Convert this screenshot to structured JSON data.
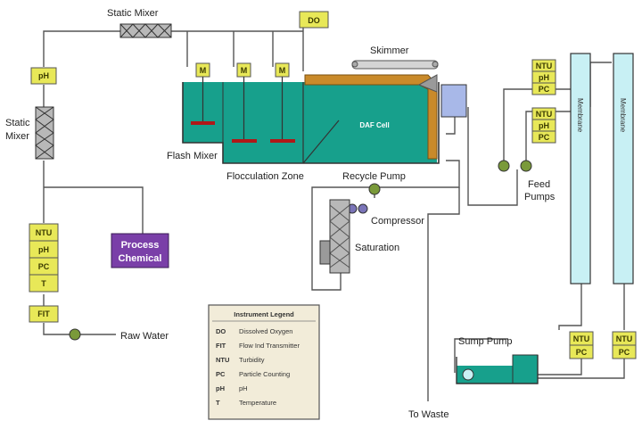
{
  "labels": {
    "static_mixer_top": "Static Mixer",
    "static_mixer_left_1": "Static",
    "static_mixer_left_2": "Mixer",
    "skimmer": "Skimmer",
    "dissolved_oxygen": "DO",
    "ph_top": "pH",
    "flash_mixer": "Flash Mixer",
    "flocculation_zone": "Flocculation Zone",
    "daf_cell": "DAF Cell",
    "recycle_pump": "Recycle Pump",
    "compressor": "Compressor",
    "saturation": "Saturation",
    "process_chemical_1": "Process",
    "process_chemical_2": "Chemical",
    "raw_water": "Raw Water",
    "fit": "FIT",
    "feed_pumps_1": "Feed",
    "feed_pumps_2": "Pumps",
    "membrane": "Membrane",
    "sump_pump": "Sump Pump",
    "to_waste": "To Waste",
    "mixer_motor": "M"
  },
  "instrument_stack_left": [
    "NTU",
    "pH",
    "PC",
    "T"
  ],
  "instrument_stack_membrane": [
    "NTU",
    "pH",
    "PC"
  ],
  "instrument_stack_bottom": [
    "NTU",
    "PC"
  ],
  "legend": {
    "title": "Instrument Legend",
    "rows": [
      {
        "code": "DO",
        "meaning": "Dissolved Oxygen"
      },
      {
        "code": "FIT",
        "meaning": "Flow Ind Transmitter"
      },
      {
        "code": "NTU",
        "meaning": "Turbidity"
      },
      {
        "code": "PC",
        "meaning": "Particle Counting"
      },
      {
        "code": "pH",
        "meaning": "pH"
      },
      {
        "code": "T",
        "meaning": "Temperature"
      }
    ]
  },
  "colors": {
    "instrument_box": "#e8e858",
    "tank_water": "#17a08c",
    "membrane_fill": "#c8f0f4",
    "process_chemical": "#7a3fa8",
    "pump": "#7a9a3a",
    "skimmer_beach": "#c98a2a"
  }
}
